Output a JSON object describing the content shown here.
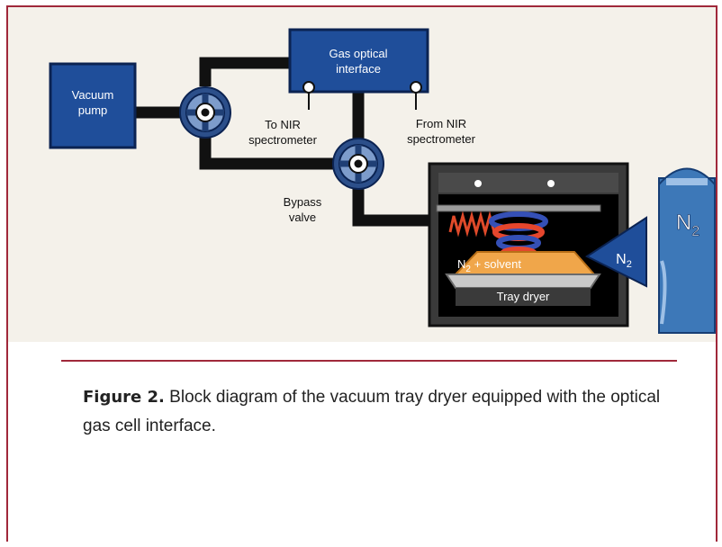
{
  "colors": {
    "frame": "#a0283a",
    "panel": "#f4f1ea",
    "box_blue": "#1f4e9a",
    "valve_blue": "#2c4f8a",
    "pipe": "#111111",
    "tray": "#f0a64a",
    "cylinder": "#3d78b8"
  },
  "diagram": {
    "vacuum_pump": "Vacuum pump",
    "gas_interface": "Gas optical interface",
    "to_nir": "To NIR spectrometer",
    "from_nir": "From NIR spectrometer",
    "bypass_valve": "Bypass valve",
    "tray_content_prefix": "N",
    "tray_content_sub": "2",
    "tray_content_suffix": " + solvent",
    "tray_dryer": "Tray dryer",
    "cylinder_label_main": "N",
    "cylinder_label_sub": "2",
    "nozzle_label_main": "N",
    "nozzle_label_sub": "2"
  },
  "caption": {
    "label": "Figure 2.",
    "text": "Block diagram of the vacuum tray dryer equipped with the optical gas cell interface."
  }
}
